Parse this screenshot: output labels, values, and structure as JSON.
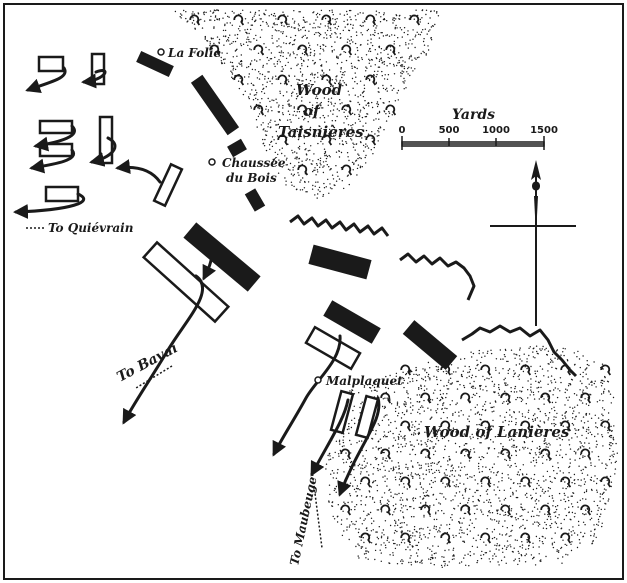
{
  "map": {
    "colors": {
      "ink": "#1a1a1a",
      "paper": "#ffffff"
    },
    "places": {
      "la_folie": "La Folie",
      "chaussee_line1": "Chaussée",
      "chaussee_line2": "du Bois",
      "malplaquet": "Malplaquet"
    },
    "woods": {
      "taisnieres_line1": "Wood",
      "taisnieres_line2": "of",
      "taisnieres_line3": "Taisnières",
      "lanieres": "Wood of Lanières"
    },
    "roads": {
      "quievrain": "To Quiévrain",
      "bavai": "To Bavai",
      "maubeuge": "To Maubeuge"
    },
    "scale": {
      "title": "Yards",
      "ticks": [
        "0",
        "500",
        "1000",
        "1500"
      ]
    },
    "icons": {
      "compass": "compass-rose-icon",
      "tree": "tree-icon"
    }
  }
}
